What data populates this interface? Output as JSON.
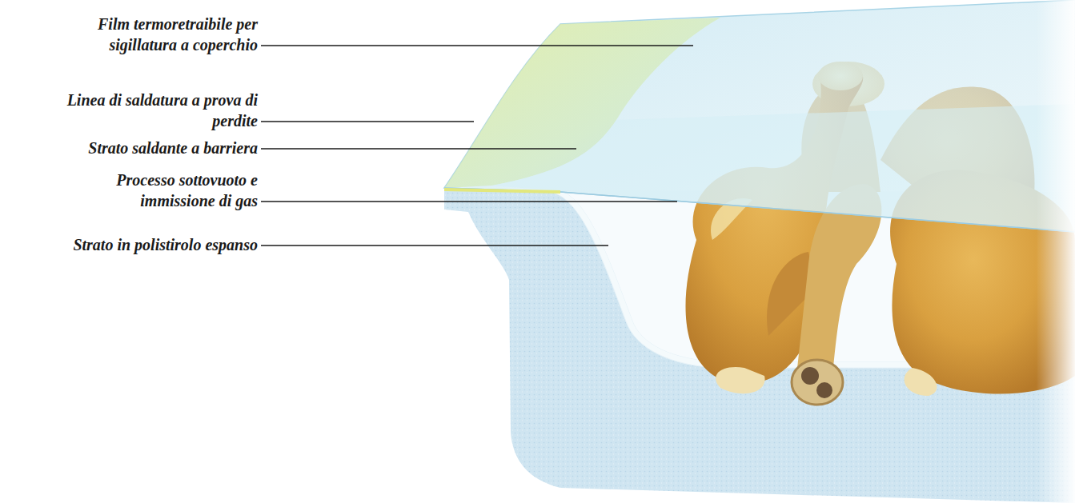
{
  "diagram": {
    "labels": [
      "Film termoretraibile per sigillatura a coperchio",
      "Linea di saldatura a prova di perdite",
      "Strato saldante a barriera",
      "Processo sottovuoto e immissione di gas",
      "Strato in polistirolo espanso"
    ]
  }
}
